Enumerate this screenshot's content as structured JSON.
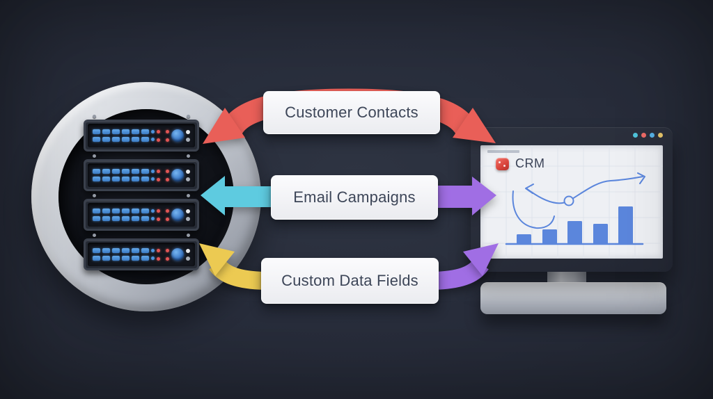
{
  "scene": {
    "description": "3D illustration of bidirectional data sync between a server database and a CRM dashboard",
    "background_color": "#272c3a"
  },
  "colors": {
    "flow_red": "#e95f58",
    "flow_cyan": "#5ecbe0",
    "flow_purple": "#a06ee4",
    "flow_yellow": "#ecca52",
    "chart_blue": "#5b86dc",
    "card_bg": "#f1f1f4",
    "card_text": "#3d4658",
    "screen_bg": "#eef0f4",
    "monitor_frame": "#2a2f3c",
    "ring_silver": "#c9cdd4",
    "server_light_blue": "#4d93db",
    "server_dot_red": "#e25555"
  },
  "database": {
    "name": "server-rack-database",
    "server_count": 4
  },
  "flows": [
    {
      "id": "customer-contacts",
      "label": "Customer Contacts",
      "direction": "bidirectional",
      "color": "#e95f58",
      "shape": "arch"
    },
    {
      "id": "email-campaigns",
      "label": "Email Campaigns",
      "direction": "bidirectional",
      "left_color": "#5ecbe0",
      "right_color": "#a06ee4",
      "shape": "straight"
    },
    {
      "id": "custom-data-fields",
      "label": "Custom Data Fields",
      "direction": "bidirectional",
      "left_color": "#ecca52",
      "right_color": "#a06ee4",
      "shape": "curved"
    }
  ],
  "monitor": {
    "app_name": "CRM",
    "window_dots": [
      "#4fc4db",
      "#ec6b66",
      "#56b1e6",
      "#e8c76b"
    ],
    "chart_data": {
      "type": "bar",
      "values": [
        14,
        21,
        33,
        29,
        54
      ],
      "value_unit": "relative-height-px",
      "bar_color": "#5b86dc",
      "grid": true,
      "axis_labels": [],
      "annotations": [
        "hand-drawn S-curve with arrowheads at both ends",
        "open circle node on the curve",
        "small hook arc at lower left"
      ]
    }
  }
}
